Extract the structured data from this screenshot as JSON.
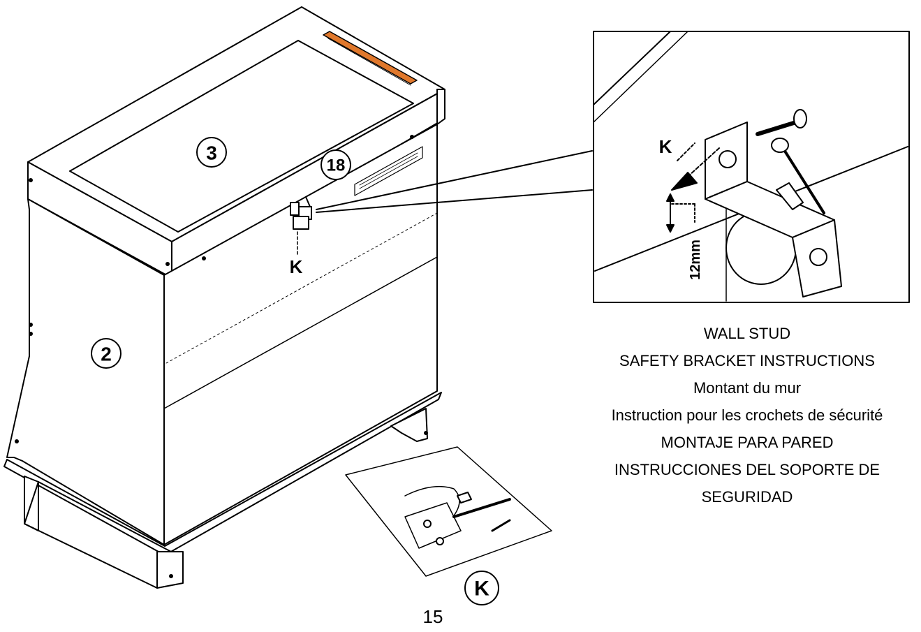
{
  "callouts": {
    "part_3": "3",
    "part_2": "2",
    "part_18": "18",
    "hardware_k": "K"
  },
  "labels": {
    "k_main": "K",
    "k_detail": "K",
    "measurement": "12mm"
  },
  "instructions": {
    "line1": "WALL STUD",
    "line2": "SAFETY BRACKET INSTRUCTIONS",
    "line3": "Montant du mur",
    "line4": "Instruction pour les crochets de sécurité",
    "line5": "MONTAJE PARA PARED",
    "line6": "INSTRUCCIONES DEL SOPORTE DE SEGURIDAD"
  },
  "page_number": "15"
}
